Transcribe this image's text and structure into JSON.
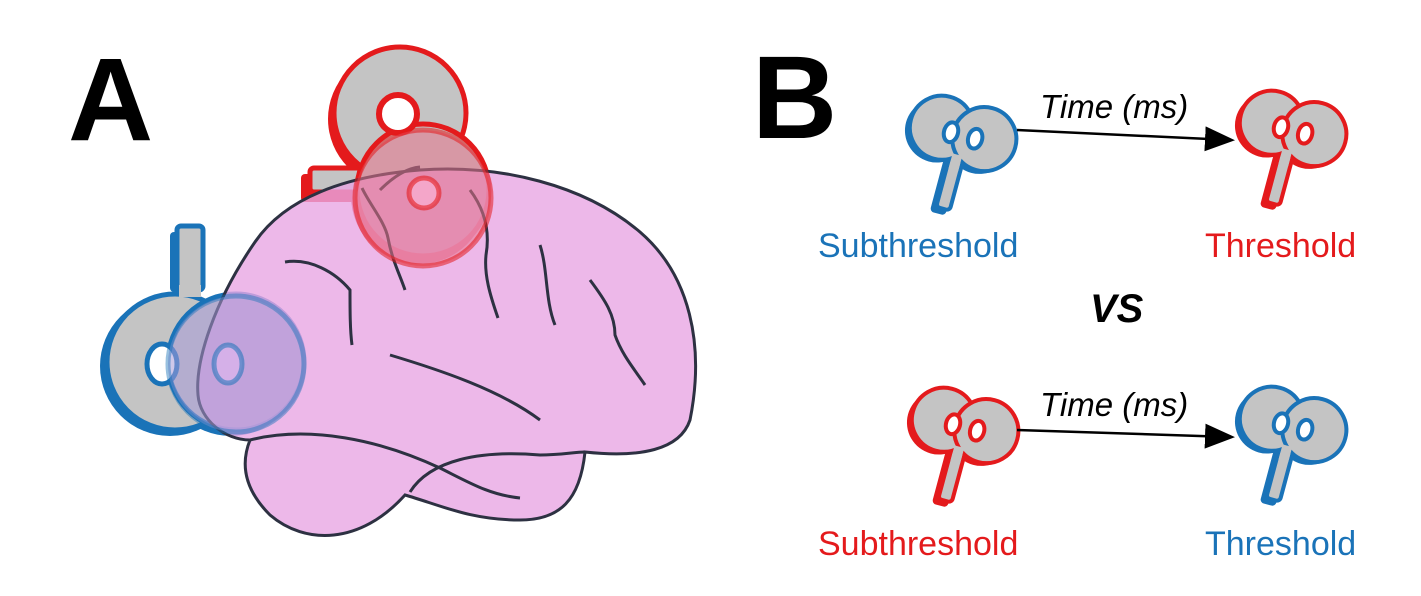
{
  "panel_a": {
    "letter": "A"
  },
  "panel_b": {
    "letter": "B",
    "vs_label": "VS",
    "rows": [
      {
        "time_label": "Time (ms)",
        "left_label": "Subthreshold",
        "left_color": "#1a73b8",
        "right_label": "Threshold",
        "right_color": "#e41a1c"
      },
      {
        "time_label": "Time (ms)",
        "left_label": "Subthreshold",
        "left_color": "#e41a1c",
        "right_label": "Threshold",
        "right_color": "#1a73b8"
      }
    ]
  },
  "colors": {
    "blue_coil": "#1a73b8",
    "red_coil": "#e41a1c",
    "coil_body": "#c4c4c4",
    "brain_fill": "#e9a6e3",
    "brain_outline": "#2d3142"
  }
}
